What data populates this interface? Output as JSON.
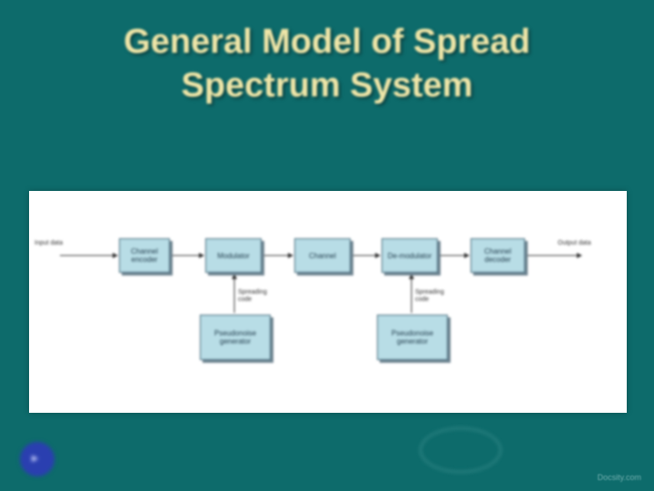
{
  "slide": {
    "title_line1": "General Model of Spread",
    "title_line2": "Spectrum System"
  },
  "diagram": {
    "input_label": "Input data",
    "output_label": "Output data",
    "channel_encoder": "Channel encoder",
    "modulator": "Modulator",
    "channel": "Channel",
    "demodulator": "De-modulator",
    "channel_decoder": "Channel decoder",
    "spreading_code_1": "Spreading code",
    "spreading_code_2": "Spreading code",
    "pn_generator_1": "Pseudonoise generator",
    "pn_generator_2": "Pseudonoise generator"
  },
  "footer": {
    "watermark": "Docsity.com"
  },
  "colors": {
    "background": "#0d6b6b",
    "title": "#efe6a8",
    "block_fill": "#b8dde6"
  },
  "icons": {
    "corner_bubble": "navigation-bubble-icon",
    "swirl": "decorative-swirl"
  }
}
